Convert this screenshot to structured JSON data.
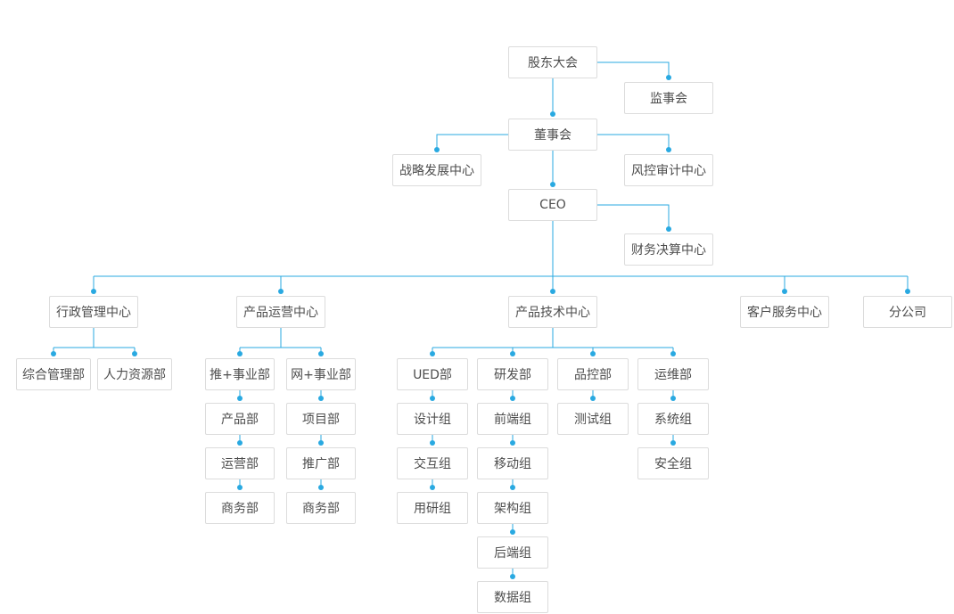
{
  "colors": {
    "connector": "#29a9e1",
    "node_border": "#dcdcdc",
    "node_text": "#4d4d4d",
    "background": "#ffffff"
  },
  "org": {
    "governance": {
      "shareholders_meeting": "股东大会",
      "supervisory_board": "监事会",
      "board_of_directors": "董事会",
      "strategy_center": "战略发展中心",
      "risk_audit_center": "风控审计中心",
      "ceo": "CEO",
      "finance_center": "财务决算中心"
    },
    "centers": {
      "admin": "行政管理中心",
      "product_ops": "产品运营中心",
      "product_tech": "产品技术中心",
      "customer_service": "客户服务中心",
      "branch": "分公司"
    },
    "admin_depts": {
      "general_admin": "综合管理部",
      "hr": "人力资源部"
    },
    "product_ops_units": {
      "tui_bu": "推+事业部",
      "wang_bu": "网+事业部",
      "tui_children": {
        "product": "产品部",
        "operations": "运营部",
        "business": "商务部"
      },
      "wang_children": {
        "project": "项目部",
        "promotion": "推广部",
        "business": "商务部"
      }
    },
    "product_tech_depts": {
      "ued": "UED部",
      "rd": "研发部",
      "qc": "品控部",
      "om": "运维部",
      "ued_children": {
        "design": "设计组",
        "interaction": "交互组",
        "user_research": "用研组"
      },
      "rd_children": {
        "frontend": "前端组",
        "mobile": "移动组",
        "architecture": "架构组",
        "backend": "后端组",
        "data": "数据组"
      },
      "qc_children": {
        "testing": "测试组"
      },
      "om_children": {
        "system": "系统组",
        "security": "安全组"
      }
    }
  }
}
